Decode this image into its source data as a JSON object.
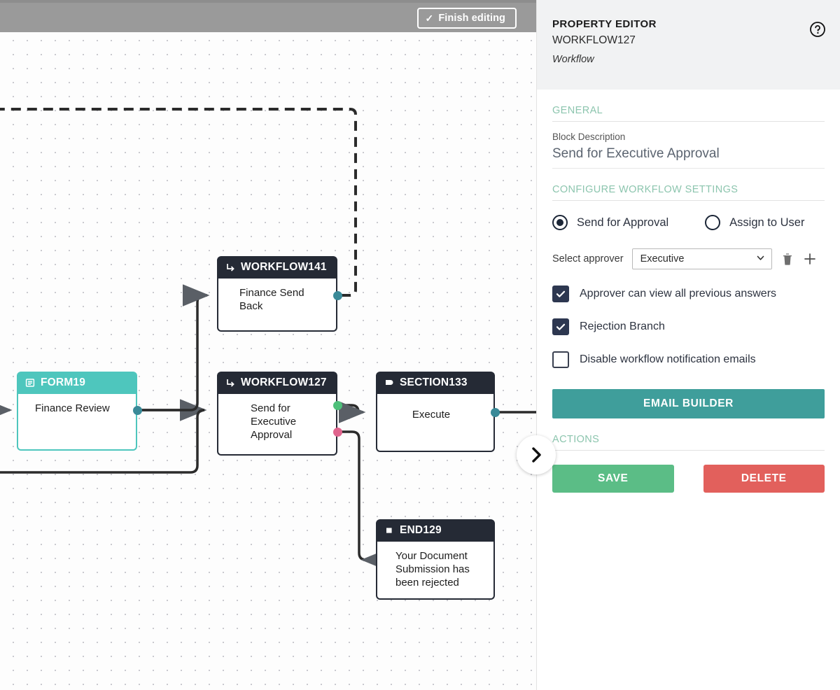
{
  "toolbar": {
    "finish_editing_label": "Finish editing",
    "check_icon": "check-icon"
  },
  "canvas": {
    "nodes": [
      {
        "id": "WORKFLOW141",
        "type": "workflow",
        "icon": "arrow-turn-down-right-icon",
        "text": "Finance Send Back",
        "selected": false
      },
      {
        "id": "FORM19",
        "type": "form",
        "icon": "form-list-icon",
        "text": "Finance Review",
        "selected": true
      },
      {
        "id": "WORKFLOW127",
        "type": "workflow",
        "icon": "arrow-turn-down-right-icon",
        "text": "Send for Executive Approval",
        "selected": false
      },
      {
        "id": "SECTION133",
        "type": "section",
        "icon": "flag-icon",
        "text": "Execute",
        "selected": false
      },
      {
        "id": "END129",
        "type": "end",
        "icon": "stop-square-icon",
        "text": "Your Document Submission has been rejected",
        "selected": false
      }
    ],
    "port_colors": {
      "teal": "#3a8a98",
      "green": "#4ec07a",
      "pink": "#e0658e"
    },
    "collapse_handle_icon": "chevron-right-icon"
  },
  "panel": {
    "title": "PROPERTY EDITOR",
    "block_id": "WORKFLOW127",
    "block_type": "Workflow",
    "help_icon": "help-circle-icon",
    "general": {
      "section_label": "GENERAL",
      "block_description_label": "Block Description",
      "block_description_value": "Send for Executive Approval"
    },
    "configure": {
      "section_label": "CONFIGURE WORKFLOW SETTINGS",
      "radios": [
        {
          "label": "Send for Approval",
          "selected": true
        },
        {
          "label": "Assign to User",
          "selected": false
        }
      ],
      "approver_label": "Select approver",
      "approver_value": "Executive",
      "approver_options": [
        "Executive"
      ],
      "dropdown_icon": "chevron-down-icon",
      "delete_approver_icon": "trash-icon",
      "add_approver_icon": "plus-icon",
      "checkboxes": [
        {
          "label": "Approver can view all previous answers",
          "checked": true
        },
        {
          "label": "Rejection Branch",
          "checked": true
        },
        {
          "label": "Disable workflow notification emails",
          "checked": false
        }
      ],
      "email_builder_label": "EMAIL BUILDER"
    },
    "actions": {
      "section_label": "ACTIONS",
      "save_label": "SAVE",
      "delete_label": "DELETE"
    }
  },
  "colors": {
    "accent_teal": "#4ec6bd",
    "email_builder": "#3f9e9b",
    "save_green": "#5bbd86",
    "delete_red": "#e2605c",
    "section_heading": "#8cc5ae",
    "node_dark": "#252a35"
  }
}
